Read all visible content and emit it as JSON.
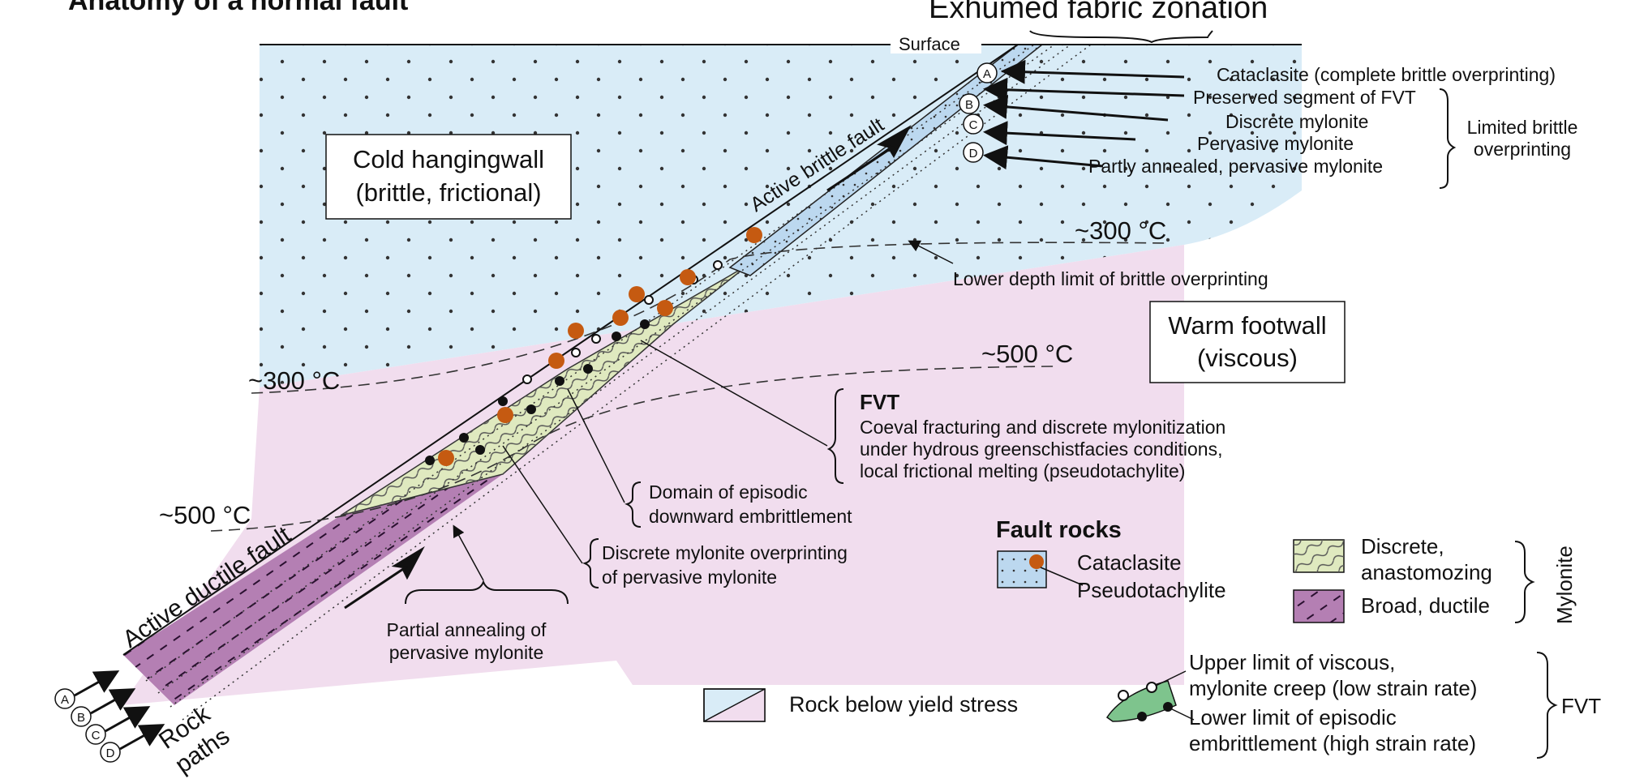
{
  "title": "Anatomy of a normal fault",
  "top_label": "Exhumed fabric zonation",
  "surface_label": "Surface",
  "zones": {
    "hangingwall_line1": "Cold hangingwall",
    "hangingwall_line2": "(brittle, frictional)",
    "footwall_line1": "Warm footwall",
    "footwall_line2": "(viscous)"
  },
  "isotherms": {
    "t300_right": "~300 °C",
    "t300_left": "~300 °C",
    "t500_right": "~500 °C",
    "t500_left": "~500 °C"
  },
  "fault_labels": {
    "brittle": "Active brittle fault",
    "ductile": "Active ductile fault"
  },
  "zonation": {
    "items": [
      {
        "letter": "A",
        "label": "Cataclasite (complete brittle overprinting)"
      },
      {
        "letter": "B",
        "label": "Preserved segment of FVT"
      },
      {
        "letter": "C",
        "label": "Discrete mylonite"
      },
      {
        "letter": "D",
        "label": "Pervasive mylonite"
      },
      {
        "letter": "",
        "label": "Partly annealed, pervasive mylonite"
      }
    ],
    "brace_line1": "Limited brittle",
    "brace_line2": "overprinting"
  },
  "annotations": {
    "lower_limit": "Lower depth limit of brittle overprinting",
    "fvt_title": "FVT",
    "fvt_line1": "Coeval fracturing and discrete mylonitization",
    "fvt_line2": "under hydrous greenschistfacies conditions,",
    "fvt_line3": "local frictional melting (pseudotachylite)",
    "episodic_line1": "Domain of episodic",
    "episodic_line2": "downward embrittlement",
    "discrete_line1": "Discrete mylonite overprinting",
    "discrete_line2": "of pervasive mylonite",
    "annealing_line1": "Partial annealing of",
    "annealing_line2": "pervasive mylonite"
  },
  "rock_paths": {
    "letters": [
      "A",
      "B",
      "C",
      "D"
    ],
    "label_line1": "Rock",
    "label_line2": "paths"
  },
  "legend": {
    "fault_rocks_title": "Fault rocks",
    "cataclasite": "Cataclasite",
    "pseudotachylite": "Pseudotachylite",
    "discrete_line1": "Discrete,",
    "discrete_line2": "anastomozing",
    "broad": "Broad, ductile",
    "mylonite": "Mylonite",
    "rock_below": "Rock below yield stress",
    "upper_line1": "Upper limit of viscous,",
    "upper_line2": "mylonite creep (low strain rate)",
    "lower_line1": "Lower limit of episodic",
    "lower_line2": "embrittlement (high strain rate)",
    "fvt": "FVT"
  },
  "colors": {
    "hangingwall": "#d9ecf7",
    "footwall": "#f1ddee",
    "fvt_fill": "#dfe9bf",
    "mylonite_fill": "#b47fb3",
    "accent_star": "#c55a11"
  }
}
